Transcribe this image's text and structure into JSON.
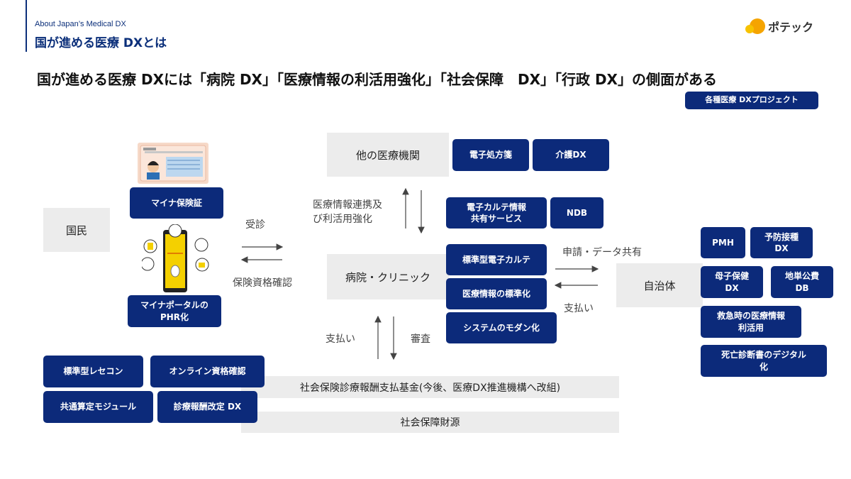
{
  "header": {
    "subtitle": "About Japan’s Medical DX",
    "title": "国が進める医療 DXとは",
    "logo_text": "ポテック"
  },
  "headline": "国が進める医療 DXには「病院 DX」「医療情報の利活用強化」「社会保障　DX」「行政 DX」の側面がある",
  "legend_badge": "各種医療 DXプロジェクト",
  "nodes": {
    "kokumin": "国民",
    "other_institutions": "他の医療機関",
    "hospital": "病院・クリニック",
    "municipality": "自治体",
    "fund": "社会保険診療報酬支払基金(今後、医療DX推進機構へ改組)",
    "finance": "社会保障財源"
  },
  "projects": {
    "myna_insurance": "マイナ保険証",
    "myna_portal_phr": "マイナポータルの\nPHR化",
    "e_prescription": "電子処方箋",
    "care_dx": "介護DX",
    "ehr_sharing": "電子カルテ情報\n共有サービス",
    "ndb": "NDB",
    "std_ehr": "標準型電子カルテ",
    "info_standard": "医療情報の標準化",
    "system_modern": "システムのモダン化",
    "pmh": "PMH",
    "vaccination": "予防接種\nDX",
    "maternal": "母子保健\nDX",
    "local_public": "地単公費\nDB",
    "emergency": "救急時の医療情報\n利活用",
    "death_cert": "死亡診断書のデジタル\n化",
    "std_receipt": "標準型レセコン",
    "online_check": "オンライン資格確認",
    "common_module": "共通算定モジュール",
    "fee_revision": "診療報酬改定 DX"
  },
  "flow_labels": {
    "visit": "受診",
    "insurance_check": "保険資格確認",
    "info_linkage": "医療情報連携及\nび利活用強化",
    "apply_share": "申請・データ共有",
    "payment_right": "支払い",
    "payment_bottom": "支払い",
    "review": "審査"
  },
  "colors": {
    "navy": "#0c2a7a",
    "gray_box": "#ececec",
    "accent": "#f5a400"
  }
}
